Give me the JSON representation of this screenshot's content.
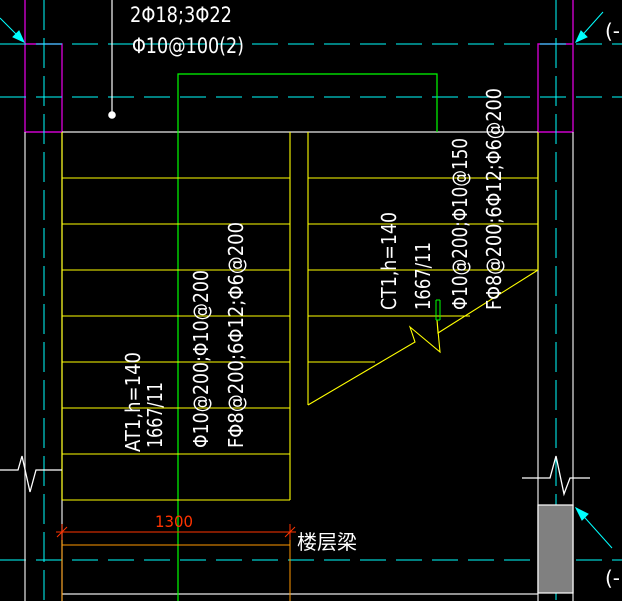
{
  "colors": {
    "background": "#000000",
    "text": "#ffffff",
    "stair_outline": "#ffff00",
    "grid": "#00ff00",
    "beam": "#cc00cc",
    "centerline": "#00ffff",
    "frame": "#ffffff",
    "dimension": "#ff3300",
    "column_fill": "#808080"
  },
  "beam_label": {
    "line1": "2Φ18;3Φ22",
    "line2": "Φ10@100(2)"
  },
  "flight_at1": {
    "line1": "AT1,h=140",
    "line2": "1667/11",
    "line3": "Φ10@200;Φ10@200",
    "line4": "FΦ8@200;6Φ12;Φ6@200"
  },
  "flight_ct1": {
    "line1": "CT1,h=140",
    "line2": "1667/11",
    "line3": "Φ10@200;Φ10@150",
    "line4": "FΦ8@200;6Φ12;Φ6@200"
  },
  "dimension": {
    "value": "1300"
  },
  "floor_beam_label": "楼层梁",
  "edge_marks": {
    "top_right": "(-",
    "bottom_right": "(-"
  },
  "icons": [
    "break-line-icon",
    "leader-arrow-icon",
    "leader-dot-icon"
  ]
}
